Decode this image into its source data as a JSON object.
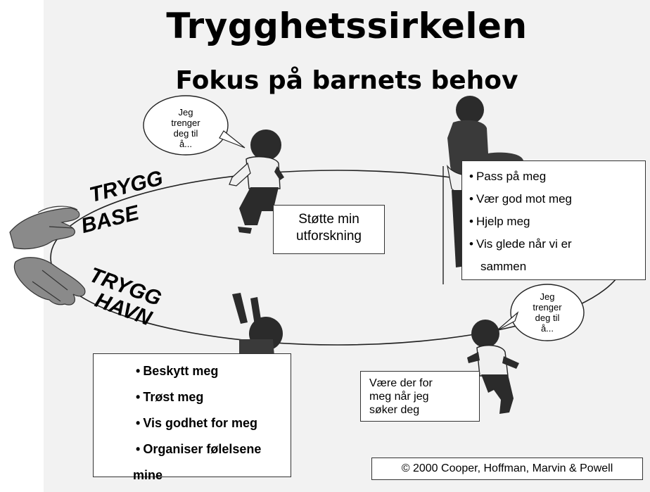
{
  "title": "Trygghetssirkelen",
  "subtitle": "Fokus på barnets behov",
  "bubble_top": [
    "Jeg",
    "trenger",
    "deg til",
    "å..."
  ],
  "bubble_bottom": [
    "Jeg",
    "trenger",
    "deg til",
    "å..."
  ],
  "secure_base": [
    "TRYGG",
    "BASE"
  ],
  "safe_haven": [
    "TRYGG",
    "HAVN"
  ],
  "explore_box": [
    "Støtte min",
    "utforskning"
  ],
  "needs_top": [
    "Pass på meg",
    "Vær god mot meg",
    "Hjelp meg",
    "Vis glede når vi er",
    "sammen"
  ],
  "needs_bottom": [
    "Beskytt meg",
    "Trøst meg",
    "Vis godhet for meg",
    "Organiser følelsene",
    "mine"
  ],
  "there_box": [
    "Være der for",
    "meg når jeg",
    "søker deg"
  ],
  "copyright": "© 2000 Cooper, Hoffman, Marvin & Powell",
  "colors": {
    "background": "#f2f2f2",
    "figure": "#2b2b2b",
    "hand": "#808080",
    "box": "#ffffff"
  }
}
